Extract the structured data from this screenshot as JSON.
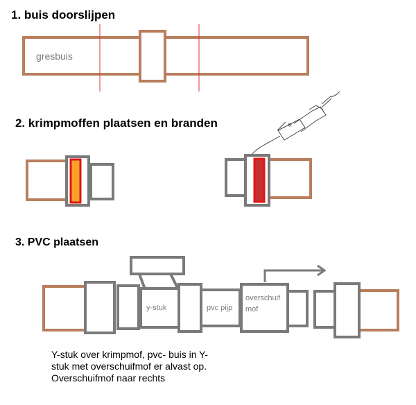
{
  "steps": [
    {
      "title": "1. buis doorslijpen"
    },
    {
      "title": "2. krimpmoffen plaatsen en branden"
    },
    {
      "title": "3. PVC   plaatsen"
    }
  ],
  "labels": {
    "gresbuis": "gresbuis",
    "y_stuk": "y-stuk",
    "pvc_pijp": "pvc pijp",
    "overschuifmof_line1": "overschuif",
    "overschuifmof_line2": "mof"
  },
  "caption": {
    "line1": "Y-stuk over krimpmof, pvc- buis in Y-",
    "line2": "stuk met overschuifmof er alvast op.",
    "line3": "Overschuifmof naar rechts"
  },
  "colors": {
    "clay_pipe": "#b87e5e",
    "sleeve": "#7a7a7a",
    "cut_line": "#e0303a",
    "heat_red": "#e01818",
    "heat_orange": "#f7a02a",
    "heat_dark": "#c83030"
  },
  "icons": {
    "heat_gun": "heat-gun-icon",
    "arrow": "arrow-right-icon"
  }
}
